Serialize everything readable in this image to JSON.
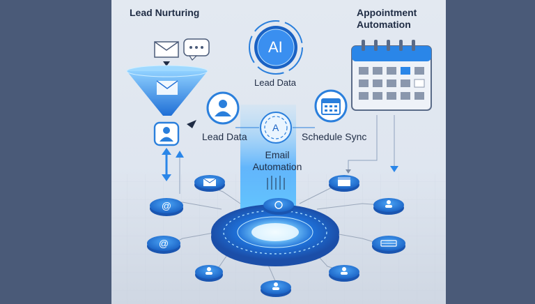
{
  "diagram": {
    "title_left": "Lead Nurturing",
    "title_right_line1": "Appointment",
    "title_right_line2": "Automation",
    "ai_badge": "AI",
    "lead_data_top": "Lead Data",
    "lead_data_left": "Lead Data",
    "schedule_sync": "Schedule Sync",
    "hub_letter": "A",
    "email_line1": "Email",
    "email_line2": "Automation"
  },
  "colors": {
    "background": "#4a5a78",
    "panel": "#e3e9f1",
    "accent": "#1e7ae0",
    "beam": "#4fb4ff",
    "node_fill": "#2a7fdc",
    "text": "#1f2c44"
  },
  "icons": [
    "envelope-icon",
    "chat-icon",
    "funnel-icon",
    "user-icon",
    "calendar-icon",
    "ai-chip-icon",
    "at-sign-icon",
    "arrow-icon"
  ]
}
